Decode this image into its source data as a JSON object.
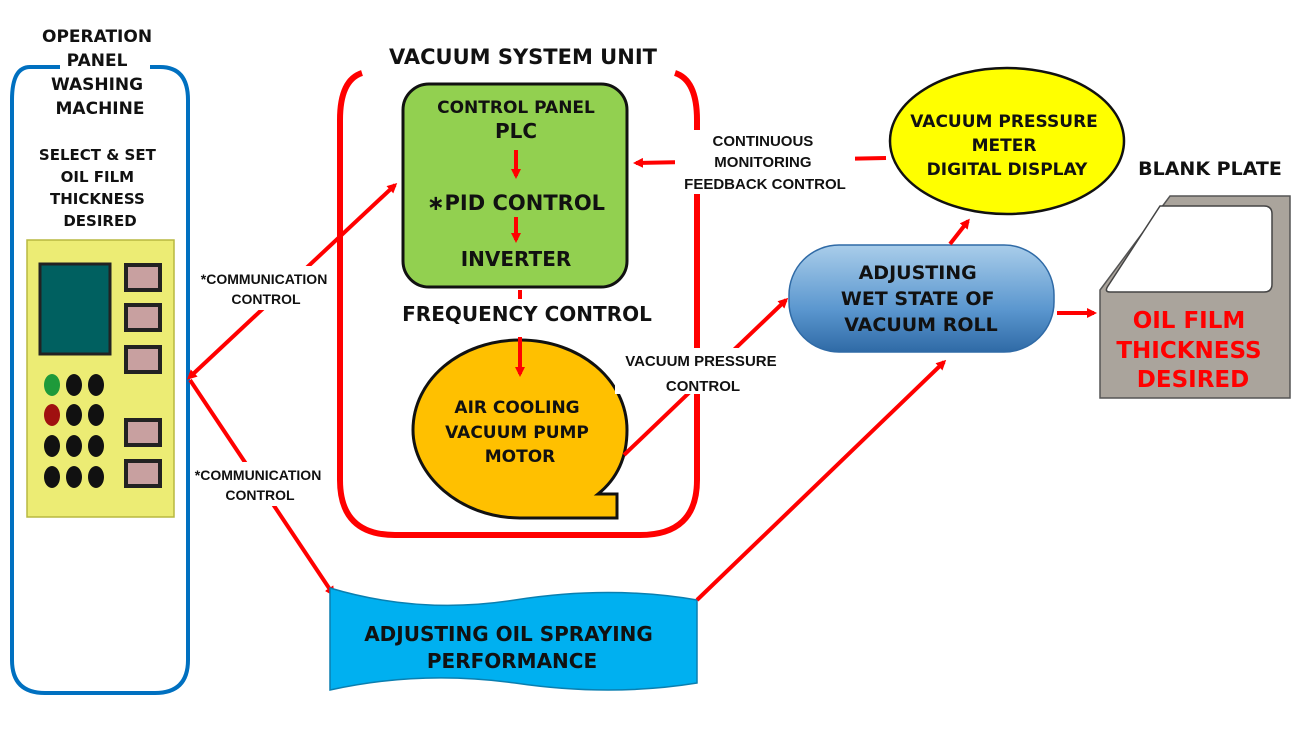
{
  "operation_panel": {
    "title": [
      "OPERATION",
      "PANEL",
      "WASHING",
      "MACHINE"
    ],
    "instruction": [
      "SELECT & SET",
      "OIL FILM",
      "THICKNESS",
      "DESIRED"
    ]
  },
  "vacuum_unit": {
    "title": "VACUUM SYSTEM UNIT",
    "control_panel": {
      "title": "CONTROL PANEL",
      "plc": "PLC",
      "pid": "∗PID CONTROL",
      "inverter": "INVERTER"
    },
    "frequency": "FREQUENCY CONTROL",
    "pump": [
      "AIR COOLING",
      "VACUUM PUMP",
      "MOTOR"
    ]
  },
  "communication_top": [
    "*COMMUNICATION",
    "CONTROL"
  ],
  "communication_bottom": [
    "*COMMUNICATION",
    "CONTROL"
  ],
  "monitoring": [
    "CONTINUOUS",
    "MONITORING",
    "FEEDBACK CONTROL"
  ],
  "meter": [
    "VACUUM PRESSURE",
    "METER",
    "DIGITAL DISPLAY"
  ],
  "vacuum_pressure_control": [
    "VACUUM PRESSURE",
    "CONTROL"
  ],
  "vacuum_roll": [
    "ADJUSTING",
    "WET STATE OF",
    "VACUUM ROLL"
  ],
  "blank_plate": {
    "title": "BLANK PLATE",
    "result": [
      "OIL FILM",
      "THICKNESS",
      "DESIRED"
    ]
  },
  "spraying": [
    "ADJUSTING OIL SPRAYING",
    "PERFORMANCE"
  ],
  "colors": {
    "panel_border": "#0070c0",
    "unit_border": "#ff0000",
    "control_panel_fill": "#92d050",
    "pump_fill": "#ffc000",
    "meter_fill": "#ffff00",
    "spray_fill": "#00b0f0",
    "plate_fill": "#aaa49c",
    "arrow": "#ff0000"
  }
}
